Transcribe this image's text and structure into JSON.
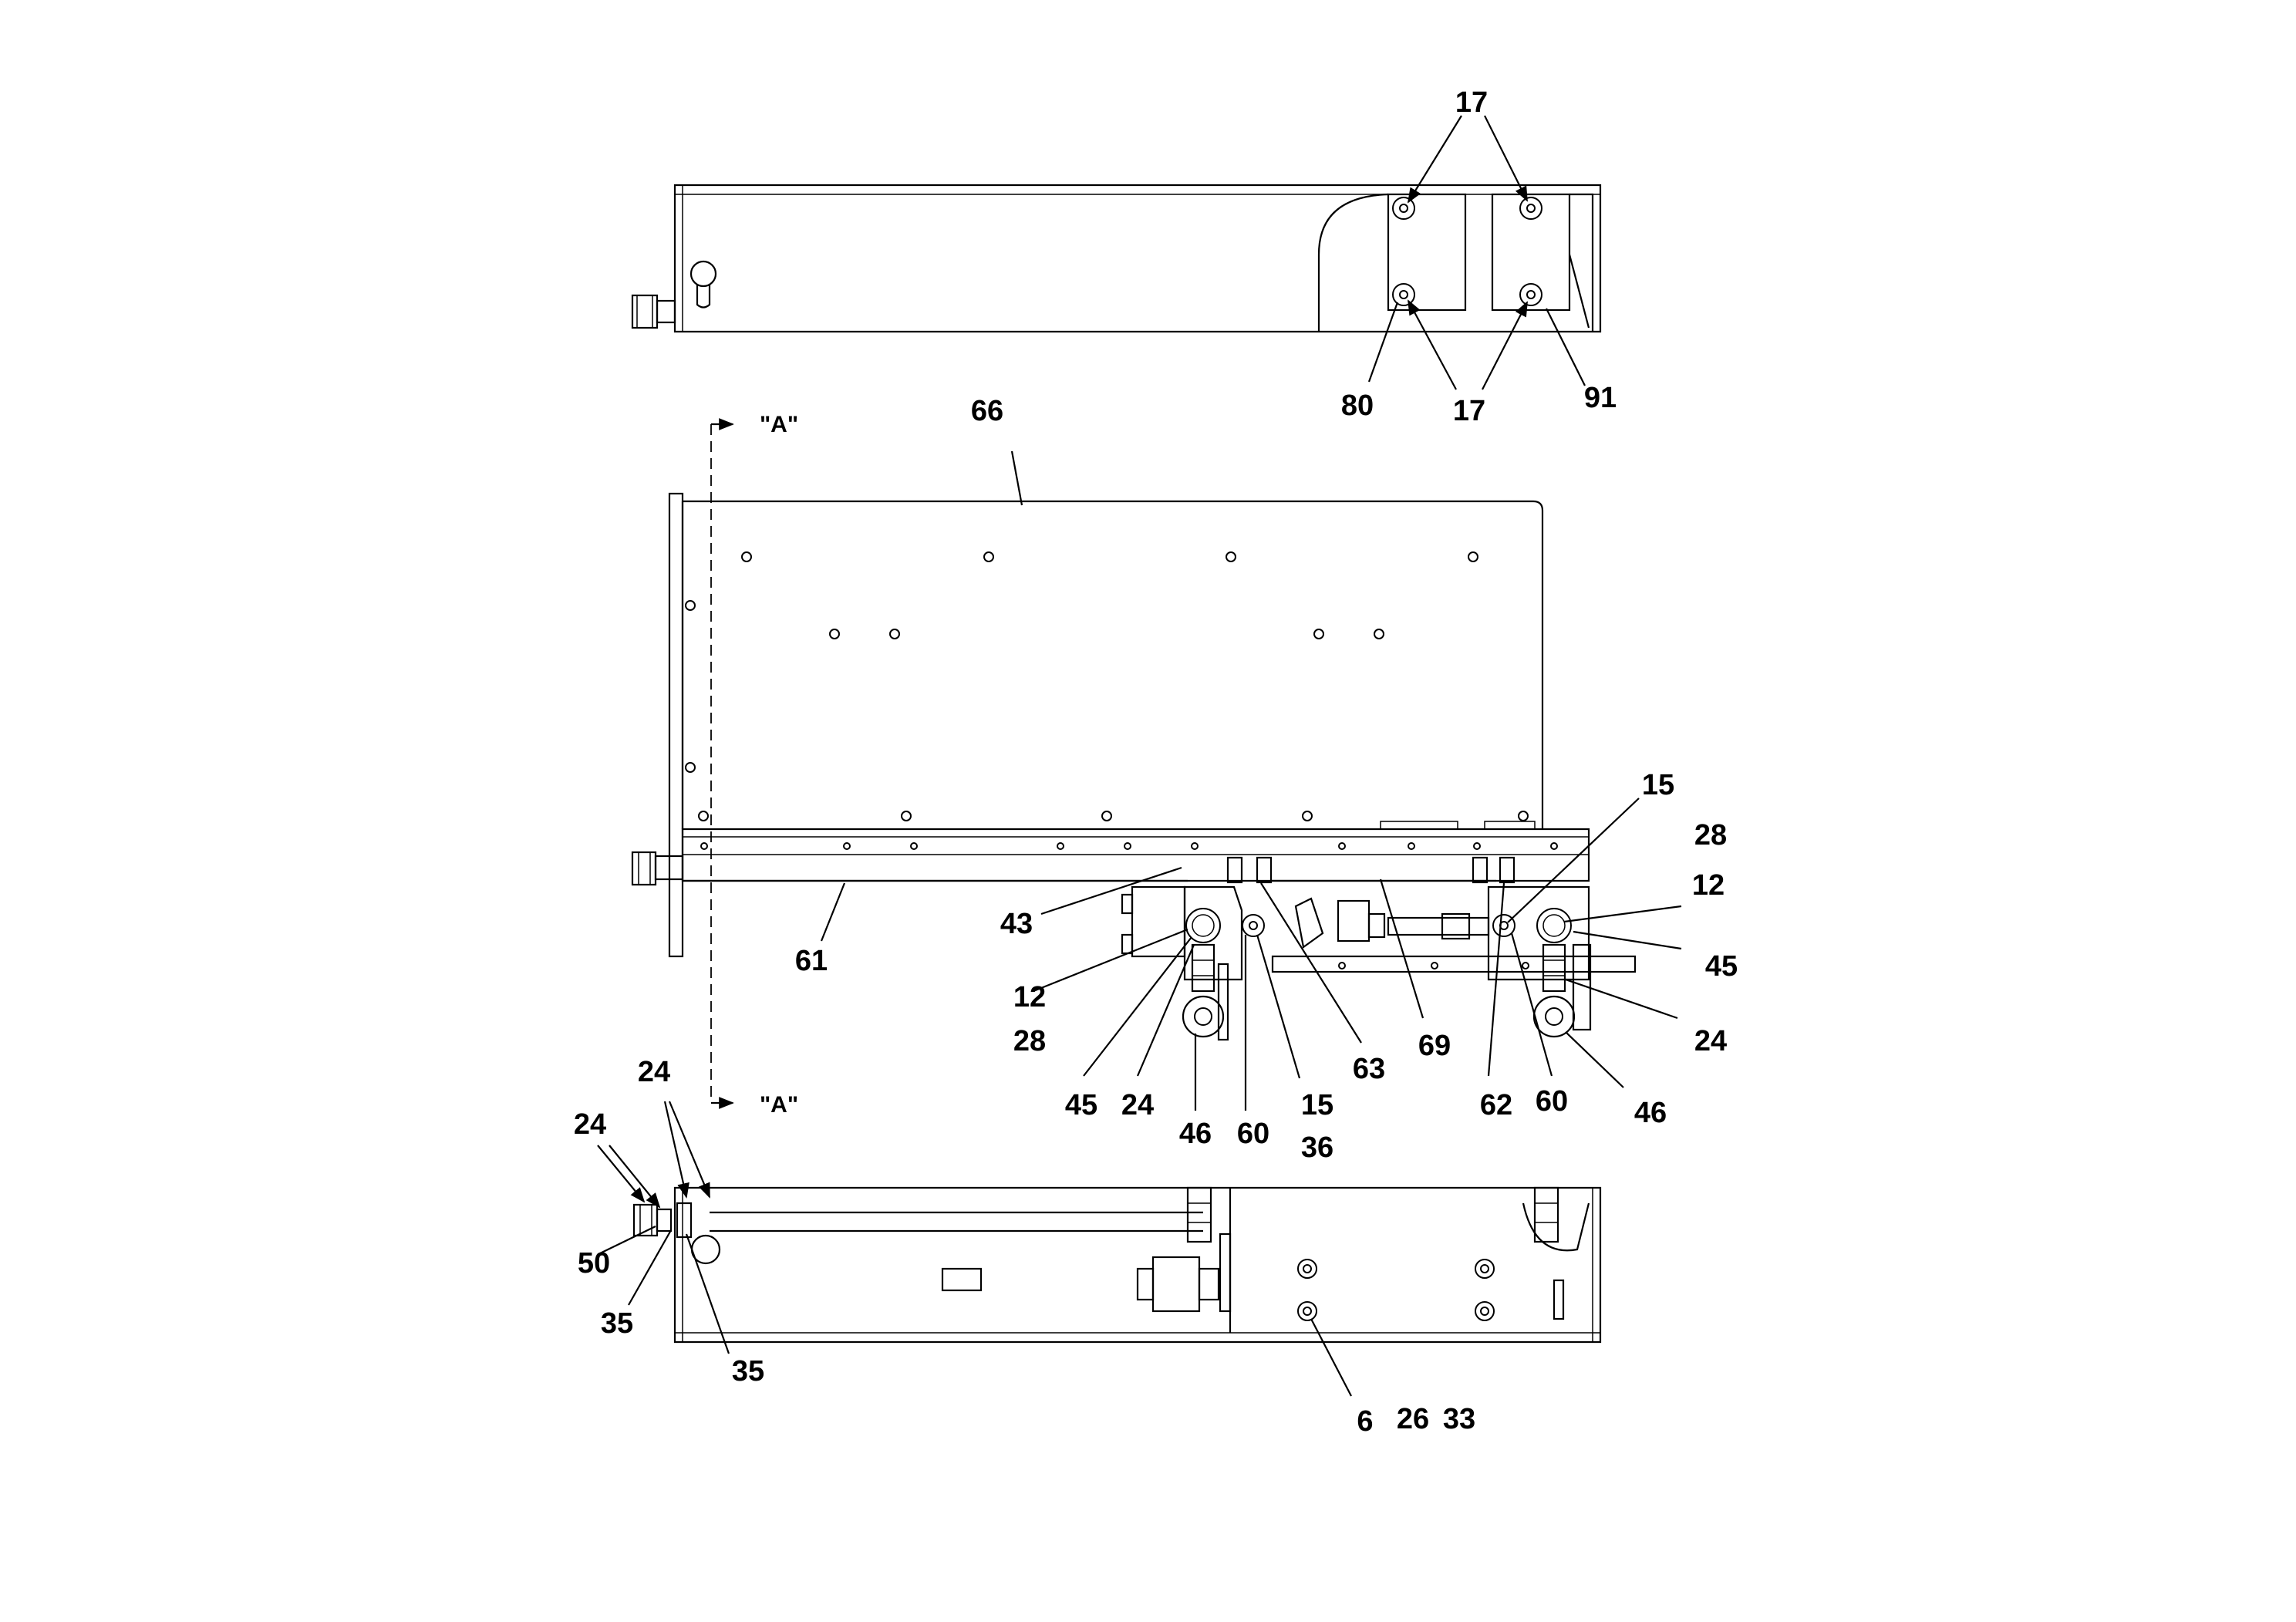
{
  "views": {
    "top": {
      "callouts": [
        "17",
        "17",
        "80",
        "91"
      ]
    },
    "middle": {
      "section_marker_top": "\"A\"",
      "section_marker_bottom": "\"A\"",
      "callouts": [
        "66",
        "15",
        "28",
        "12",
        "45",
        "24",
        "46",
        "60",
        "62",
        "69",
        "63",
        "15",
        "36",
        "60",
        "46",
        "24",
        "45",
        "12",
        "28",
        "43",
        "61"
      ]
    },
    "bottom": {
      "callouts": [
        "24",
        "24",
        "50",
        "35",
        "35",
        "6",
        "26",
        "33"
      ]
    }
  }
}
